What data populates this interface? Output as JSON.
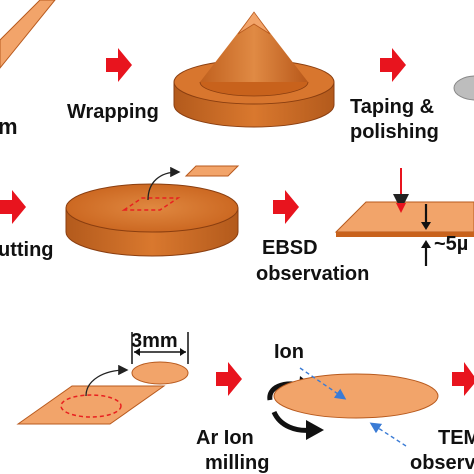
{
  "labels": {
    "cut_left_top": "m",
    "wrapping": "Wrapping",
    "taping_line1": "Taping &",
    "taping_line2": "polishing",
    "cutting": "utting",
    "ebsd_line1": "EBSD",
    "ebsd_line2": "observation",
    "thickness": "~5µ",
    "size": "3mm",
    "ion": "Ion",
    "ar_line1": "Ar Ion",
    "ar_line2": "milling",
    "tem_line1": "TEM",
    "tem_line2": "observa"
  },
  "colors": {
    "copper": "#F2A46A",
    "copper_edge": "#B85A1E",
    "copper_dark": "#C8621C",
    "arrow_red": "#E8141E",
    "dash_red": "#E82020",
    "grey": "#BDBDBD",
    "ion_blue": "#3A7BD5",
    "text": "#111111"
  }
}
